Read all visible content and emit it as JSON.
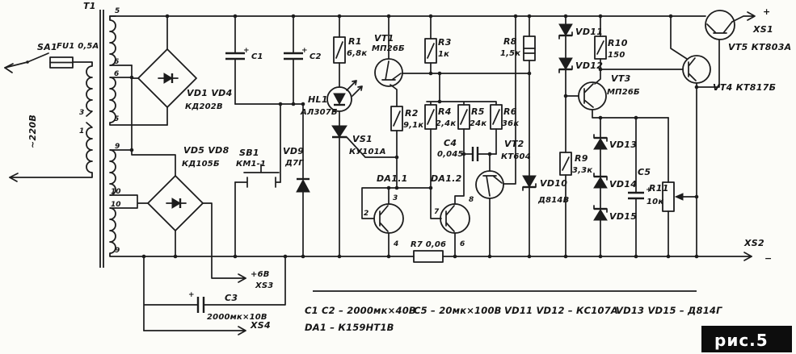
{
  "caption": "рис.5",
  "mains": {
    "voltage": "~220В",
    "switch": "SA1",
    "fuse": "FU1 0,5A"
  },
  "transformer": {
    "ref": "T1",
    "primary_taps": {
      "tap_a": "3",
      "tap_b": "1"
    },
    "winding2": {
      "p1": "5",
      "p2": "6",
      "p3": "6",
      "p4": "5"
    },
    "winding3": {
      "p1": "9",
      "p2": "10",
      "p3": "10",
      "p4": "9"
    }
  },
  "bridges": {
    "b1": {
      "refs": "VD1 VD4",
      "type": "КД202В"
    },
    "b2": {
      "refs": "VD5 VD8",
      "type": "КД105Б"
    }
  },
  "parts": {
    "c1": {
      "ref": "C1",
      "polarity": "+"
    },
    "c2": {
      "ref": "C2",
      "polarity": "+"
    },
    "c3": {
      "ref": "C3",
      "value": "2000мк×10В",
      "polarity": "+"
    },
    "c4": {
      "ref": "C4",
      "value": "0,045"
    },
    "c5": {
      "ref": "C5",
      "polarity": "+"
    },
    "r1": {
      "ref": "R1",
      "value": "6,8к"
    },
    "r2": {
      "ref": "R2",
      "value": "9,1к"
    },
    "r3": {
      "ref": "R3",
      "value": "1к"
    },
    "r4": {
      "ref": "R4",
      "value": "2,4к"
    },
    "r5": {
      "ref": "R5",
      "value": "24к"
    },
    "r6": {
      "ref": "R6",
      "value": "36к"
    },
    "r7": {
      "label": "R7 0,06"
    },
    "r8": {
      "ref": "R8",
      "value": "1,5к"
    },
    "r9": {
      "ref": "R9",
      "value": "3,3к"
    },
    "r10": {
      "ref": "R10",
      "value": "150"
    },
    "r11": {
      "ref": "R11",
      "value": "10к"
    },
    "hl1": {
      "ref": "HL1",
      "value": "АЛ307Б"
    },
    "vs1": {
      "ref": "VS1",
      "value": "КУ101А"
    },
    "vd9": {
      "ref": "VD9",
      "value": "Д7Г"
    },
    "vd10": {
      "ref": "VD10",
      "value": "Д814В"
    },
    "vd11": {
      "ref": "VD11"
    },
    "vd12": {
      "ref": "VD12"
    },
    "vd13": {
      "ref": "VD13"
    },
    "vd14": {
      "ref": "VD14"
    },
    "vd15": {
      "ref": "VD15"
    },
    "vt1": {
      "ref": "VT1",
      "value": "МП26Б"
    },
    "vt2": {
      "ref": "VT2",
      "value": "КТ604"
    },
    "vt3": {
      "ref": "VT3",
      "value": "МП26Б"
    },
    "vt4": {
      "label": "VT4  КТ817Б"
    },
    "vt5": {
      "label": "VT5  КТ803А"
    },
    "sb1": {
      "ref": "SB1",
      "value": "КМ1-1"
    },
    "da11": {
      "ref": "DA1.1"
    },
    "da12": {
      "ref": "DA1.2"
    }
  },
  "ic_pins": {
    "p2": "2",
    "p3": "3",
    "p4": "4",
    "p6": "6",
    "p7": "7",
    "p8": "8"
  },
  "connectors": {
    "xs1": {
      "ref": "XS1",
      "sign": "+"
    },
    "xs2": {
      "ref": "XS2",
      "sign": "−"
    },
    "xs3": {
      "ref": "XS3",
      "voltage": "+6В"
    },
    "xs4": {
      "ref": "XS4"
    }
  },
  "notes": {
    "caps_main": "С1 С2 – 2000мк×40В",
    "cap_c5": "С5 – 20мк×100В",
    "zeners_1": "VD11 VD12 – КС107А",
    "zeners_2": "VD13 VD15 – Д814Г",
    "ic": "DA1 – К159НТ1В"
  }
}
